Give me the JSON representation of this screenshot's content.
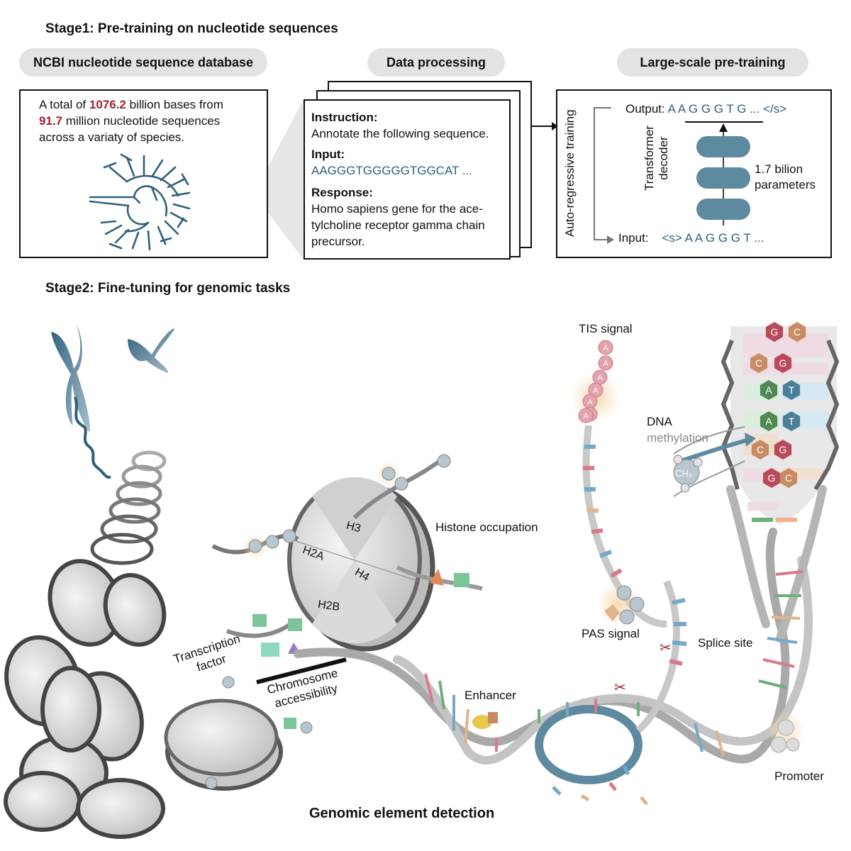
{
  "stage1": {
    "title": "Stage1: Pre-training on nucleotide sequences",
    "database": {
      "pill": "NCBI nucleotide sequence database",
      "text_a": "A total of ",
      "bases": "1076.2",
      "text_b": " billion bases from",
      "sequences": "91.7",
      "text_c": " million nucleotide sequences",
      "text_d": "across a variaty of species."
    },
    "processing": {
      "pill": "Data processing",
      "instruction_label": "Instruction:",
      "instruction_text": "Annotate the following sequence.",
      "input_label": "Input:",
      "input_seq": "AAGGGTGGGGGTGGCAT ...",
      "response_label": "Response:",
      "response_line1": "Homo sapiens gene for the ace-",
      "response_line2": "tylcholine receptor gamma chain",
      "response_line3": "precursor."
    },
    "pretraining": {
      "pill": "Large-scale pre-training",
      "side_label": "Auto-regressive training",
      "output_label": "Output:",
      "output_seq": "A A G G G T G ...  </s>",
      "input_label": "Input:",
      "input_seq": "<s>  A A G G G T ...",
      "decoder_label_1": "Transformer",
      "decoder_label_2": "decoder",
      "params_1": "1.7 bilion",
      "params_2": "parameters"
    }
  },
  "stage2": {
    "title": "Stage2: Fine-tuning for genomic tasks",
    "labels": {
      "tis": "TIS signal",
      "dna_meth_1": "DNA",
      "dna_meth_2": "methylation",
      "histone_occ": "Histone occupation",
      "h3": "H3",
      "h2a": "H2A",
      "h4": "H4",
      "h2b": "H2B",
      "tf_1": "Transcription",
      "tf_2": "factor",
      "chrom_1": "Chromosome",
      "chrom_2": "accessibility",
      "pas": "PAS signal",
      "splice": "Splice site",
      "enhancer": "Enhancer",
      "promoter": "Promoter",
      "ch3": "CH₃",
      "footer": "Genomic element detection"
    },
    "bases": [
      "G",
      "C",
      "C",
      "G",
      "A",
      "T",
      "A",
      "T",
      "C",
      "G",
      "G",
      "C"
    ],
    "tis_bases": [
      "A",
      "A",
      "A",
      "A",
      "A",
      "A",
      "A"
    ]
  },
  "colors": {
    "accent_red": "#9a2430",
    "seq_blue": "#2f5f7a",
    "decoder_blue": "#5e8aa0",
    "pill_gray": "#e3e3e3",
    "g_base": "#b94a5a",
    "c_base": "#c98b63",
    "a_base": "#4e8a54",
    "t_base": "#4a7f99"
  }
}
